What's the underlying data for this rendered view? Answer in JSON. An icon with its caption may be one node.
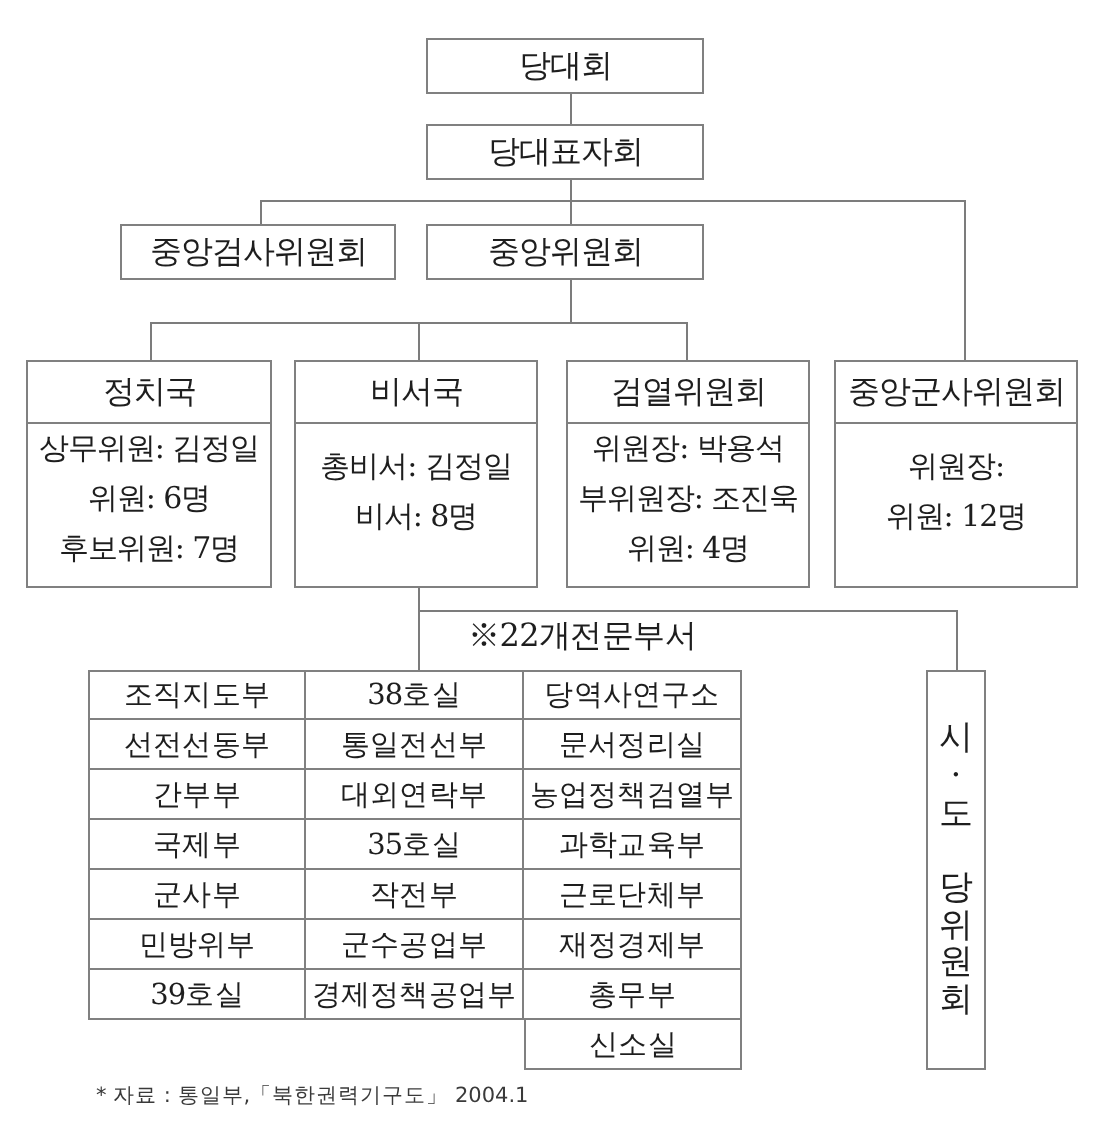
{
  "diagram": {
    "caption": "* 자료 : 통일부,「북한권력기구도」 2004.1",
    "nodes": [
      {
        "text": [
          "당대회"
        ]
      },
      {
        "text": [
          "당대표자회"
        ]
      },
      {
        "text": [
          "중앙검사위원회"
        ]
      },
      {
        "text": [
          "중앙위원회"
        ]
      },
      {
        "text": [
          "정치국",
          "상무위원: 김정일",
          "위원: 6명",
          "후보위원: 7명"
        ]
      },
      {
        "text": [
          "비서국",
          "총비서: 김정일",
          "비서: 8명"
        ]
      },
      {
        "text": [
          "검열위원회",
          "위원장: 박용석",
          "부위원장: 조진욱",
          "위원: 4명"
        ]
      },
      {
        "text": [
          "중앙군사위원회",
          "위원장:",
          "위원: 12명"
        ]
      },
      {
        "text": [
          "※22개전문부서"
        ]
      },
      {
        "text": [
          "시·도 당위원회"
        ]
      }
    ],
    "edges": [
      {
        "from": 0,
        "to": 1,
        "arrow": "none"
      },
      {
        "from": 1,
        "to": 2,
        "arrow": "none"
      },
      {
        "from": 1,
        "to": 3,
        "arrow": "none"
      },
      {
        "from": 1,
        "to": 7,
        "arrow": "none"
      },
      {
        "from": 3,
        "to": 4,
        "arrow": "none"
      },
      {
        "from": 3,
        "to": 5,
        "arrow": "none"
      },
      {
        "from": 3,
        "to": 6,
        "arrow": "none"
      },
      {
        "from": 5,
        "to": 8,
        "arrow": "none"
      },
      {
        "from": 5,
        "to": 9,
        "arrow": "none"
      }
    ],
    "labels": [
      "조직지도부",
      "38호실",
      "당역사연구소",
      "선전선동부",
      "통일전선부",
      "문서정리실",
      "간부부",
      "대외연락부",
      "농업정책검열부",
      "국제부",
      "35호실",
      "과학교육부",
      "군사부",
      "작전부",
      "근로단체부",
      "민방위부",
      "군수공업부",
      "재정경제부",
      "39호실",
      "경제정책공업부",
      "총무부",
      "신소실"
    ]
  }
}
